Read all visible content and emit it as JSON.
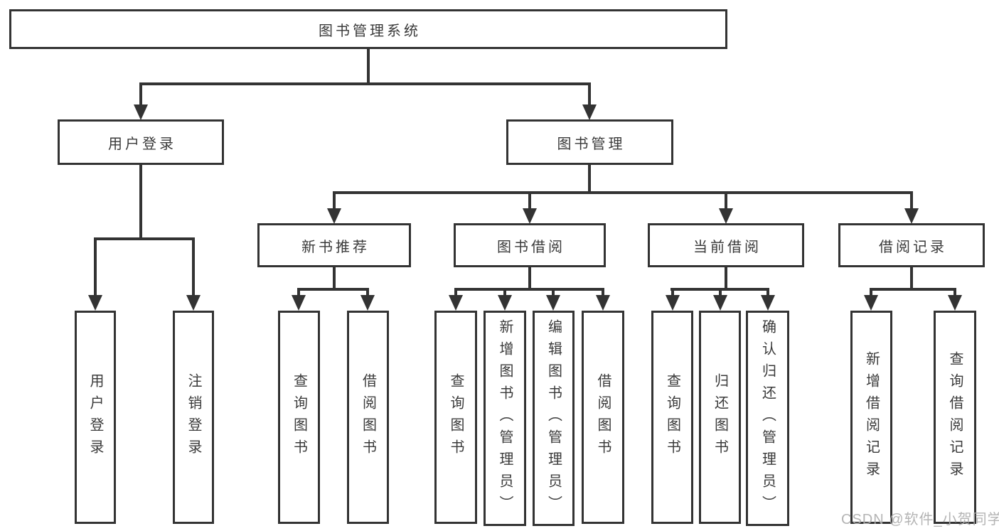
{
  "diagram": {
    "root": {
      "label": "图书管理系统"
    },
    "level2": [
      {
        "id": "user-login",
        "label": "用户登录"
      },
      {
        "id": "book-management",
        "label": "图书管理"
      }
    ],
    "level3": [
      {
        "id": "new-book-recommend",
        "label": "新书推荐"
      },
      {
        "id": "book-borrowing",
        "label": "图书借阅"
      },
      {
        "id": "current-borrowing",
        "label": "当前借阅"
      },
      {
        "id": "borrowing-records",
        "label": "借阅记录"
      }
    ],
    "leaves": [
      {
        "id": "user-login",
        "label": "用户登录"
      },
      {
        "id": "logout",
        "label": "注销登录"
      },
      {
        "id": "recommend-query-books",
        "label": "查询图书"
      },
      {
        "id": "recommend-borrow-books",
        "label": "借阅图书"
      },
      {
        "id": "borrowing-query-books",
        "label": "查询图书"
      },
      {
        "id": "borrowing-add-books-admin",
        "label": "新增图书（管理员）"
      },
      {
        "id": "borrowing-edit-books-admin",
        "label": "编辑图书（管理员）"
      },
      {
        "id": "borrowing-borrow-books",
        "label": "借阅图书"
      },
      {
        "id": "current-query-books",
        "label": "查询图书"
      },
      {
        "id": "current-return-books",
        "label": "归还图书"
      },
      {
        "id": "current-confirm-return-admin",
        "label": "确认归还（管理员）"
      },
      {
        "id": "records-add-record",
        "label": "新增借阅记录"
      },
      {
        "id": "records-query-record",
        "label": "查询借阅记录"
      }
    ]
  },
  "watermark": {
    "text": "CSDN @软件_小贺同学",
    "color": "#aeaeae"
  },
  "colors": {
    "line": "#333333",
    "box_border": "#333333",
    "box_fill": "#ffffff",
    "text": "#3a3a3a",
    "background": "#ffffff"
  }
}
